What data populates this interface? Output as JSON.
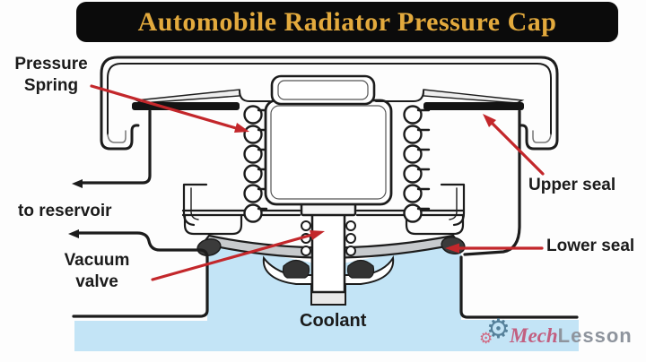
{
  "banner": {
    "title": "Automobile Radiator Pressure Cap",
    "bg_color": "#0b0b0b",
    "text_color": "#e3aa3d"
  },
  "diagram": {
    "labels": {
      "pressure_spring": "Pressure Spring",
      "upper_seal": "Upper seal",
      "to_reservoir": "to reservoir",
      "vacuum_valve": "Vacuum valve",
      "lower_seal": "Lower seal",
      "coolant": "Coolant"
    },
    "colors": {
      "coolant_fill": "#c3e4f6",
      "arrow": "#c3272b",
      "line": "#1c1c1c",
      "plate": "#c7cacd",
      "seal": "#141414"
    }
  },
  "watermark": {
    "brand_first": "Mech",
    "brand_second": "Lesson",
    "gear_icon": "⚙",
    "colors": {
      "gear_big": "#55809a",
      "gear_small": "#d06780",
      "mech": "#c25f80",
      "lesson": "#8e949d"
    }
  }
}
